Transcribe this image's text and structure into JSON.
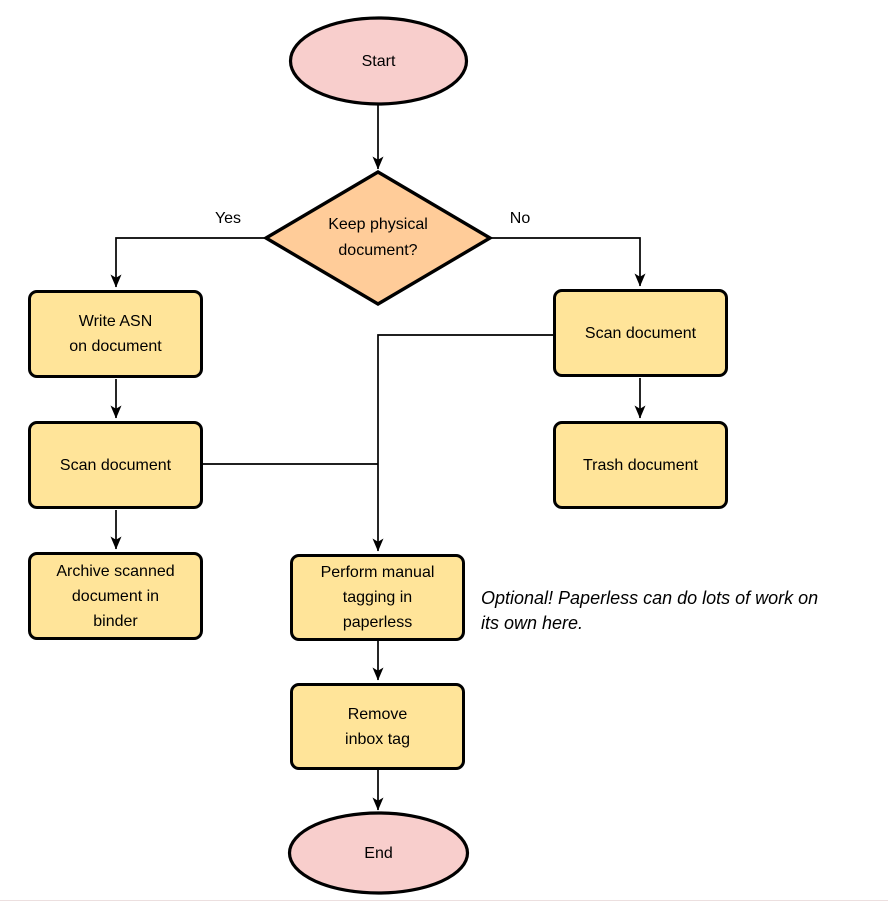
{
  "diagram": {
    "nodes": {
      "start": {
        "shape": "ellipse",
        "label": "Start"
      },
      "decision": {
        "shape": "diamond",
        "lines": [
          "Keep physical",
          "document?"
        ]
      },
      "write_asn": {
        "shape": "process",
        "lines": [
          "Write ASN",
          "on document"
        ]
      },
      "scan_left": {
        "shape": "process",
        "lines": [
          "Scan document"
        ]
      },
      "archive": {
        "shape": "process",
        "lines": [
          "Archive scanned",
          "document in",
          "binder"
        ]
      },
      "scan_right": {
        "shape": "process",
        "lines": [
          "Scan document"
        ]
      },
      "trash": {
        "shape": "process",
        "lines": [
          "Trash document"
        ]
      },
      "tagging": {
        "shape": "process",
        "lines": [
          "Perform manual",
          "tagging in",
          "paperless"
        ]
      },
      "remove_inbox": {
        "shape": "process",
        "lines": [
          "Remove",
          "inbox tag"
        ]
      },
      "end": {
        "shape": "ellipse",
        "label": "End"
      }
    },
    "edge_labels": {
      "yes": "Yes",
      "no": "No"
    },
    "note": {
      "lines": [
        "Optional! Paperless can do lots of work on",
        "its own here."
      ]
    },
    "colors": {
      "terminal_fill": "#f8cecc",
      "decision_fill": "#ffcc99",
      "process_fill": "#ffe499",
      "stroke": "#000000"
    }
  }
}
